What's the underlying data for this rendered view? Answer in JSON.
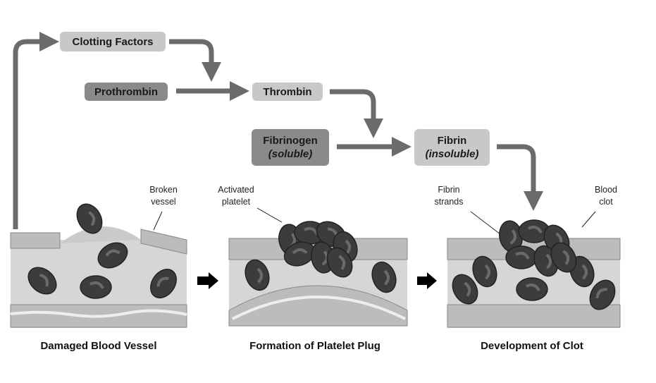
{
  "flow": {
    "clotting_factors": "Clotting Factors",
    "prothrombin": "Prothrombin",
    "thrombin": "Thrombin",
    "fibrinogen": "Fibrinogen",
    "fibrinogen_note": "(soluble)",
    "fibrin": "Fibrin",
    "fibrin_note": "(insoluble)"
  },
  "annotations": {
    "broken_vessel": [
      "Broken",
      "vessel"
    ],
    "activated_platelet": [
      "Activated",
      "platelet"
    ],
    "fibrin_strands": [
      "Fibrin",
      "strands"
    ],
    "blood_clot": [
      "Blood",
      "clot"
    ]
  },
  "captions": {
    "stage1": "Damaged Blood Vessel",
    "stage2": "Formation of Platelet Plug",
    "stage3": "Development of Clot"
  },
  "colors": {
    "arrow": "#6b6b6b",
    "light_box": "#c8c8c8",
    "dark_box": "#8a8a8a",
    "red_cell": "#3c3c3c"
  }
}
